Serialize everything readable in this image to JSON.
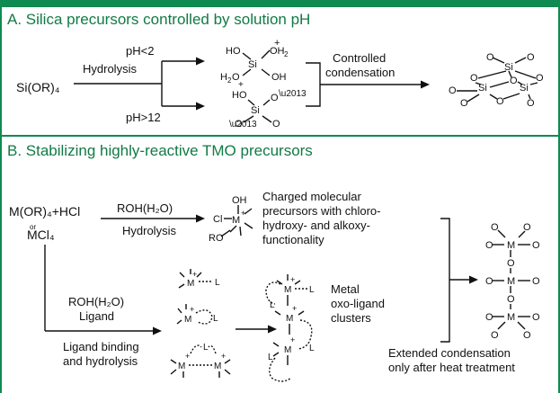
{
  "header": {
    "partial_title": "... ng highly-reactive ..."
  },
  "section_a": {
    "title": "A.  Silica precursors controlled by solution pH",
    "reactant": "Si(OR)₄",
    "step1_label": "Hydrolysis",
    "acid_condition": "pH<2",
    "base_condition": "pH>12",
    "step2_label_line1": "Controlled",
    "step2_label_line2": "condensation"
  },
  "section_b": {
    "title": "B.  Stabilizing highly-reactive TMO precursors",
    "reactant_line1": "M(OR)₄+HCl",
    "reactant_or": "or",
    "reactant_line2": "MCl₄",
    "upper_reagent": "ROH(H₂O)",
    "upper_step": "Hydrolysis",
    "upper_desc": [
      "Charged molecular",
      "precursors with chloro-",
      "hydroxy- and alkoxy-",
      "functionality"
    ],
    "lower_reagent_line1": "ROH(H₂O)",
    "lower_reagent_line2": "Ligand",
    "lower_step_line1": "Ligand binding",
    "lower_step_line2": "and hydrolysis",
    "cluster_desc": [
      "Metal",
      "oxo-ligand",
      "clusters"
    ],
    "final_desc_line1": "Extended condensation",
    "final_desc_line2": "only after heat treatment"
  },
  "colors": {
    "accent": "#0f8a50",
    "title_text": "#127a45",
    "ink": "#111111"
  }
}
